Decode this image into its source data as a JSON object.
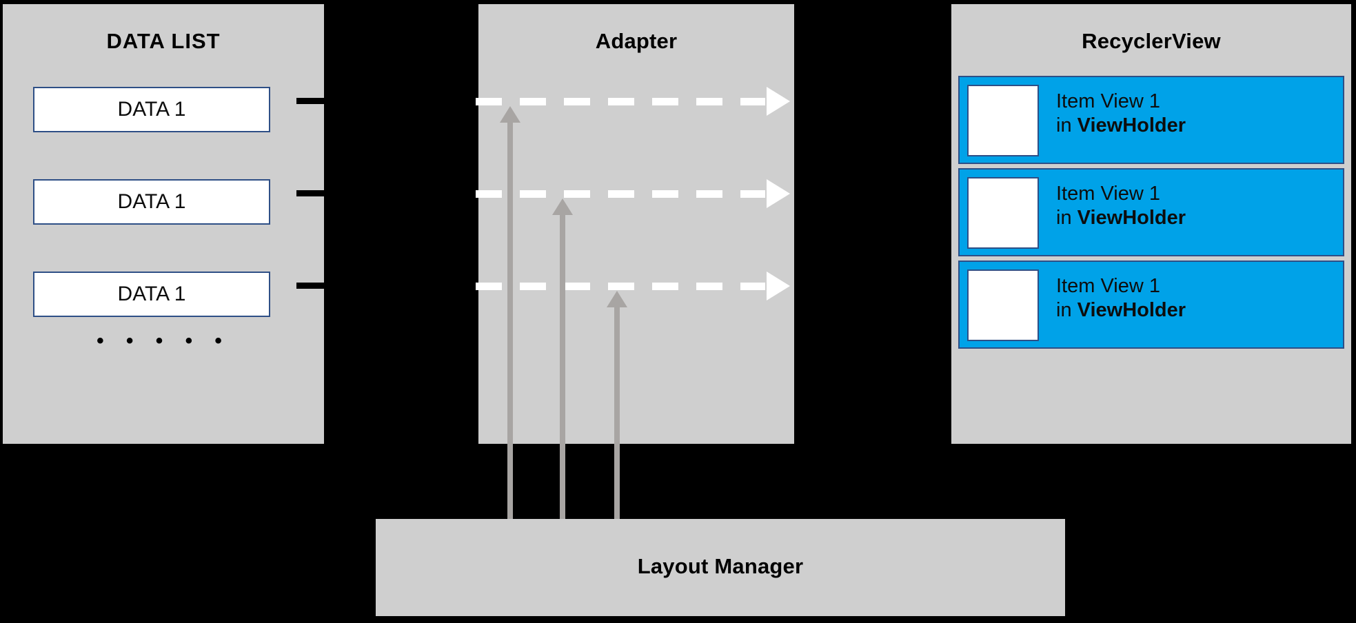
{
  "diagram": {
    "title": "RecyclerView architecture diagram",
    "background_color": "#000000",
    "panel_color": "#cfcfcf",
    "accent_color": "#00a2e8",
    "box_border_color": "#2e4f86",
    "arrow_grey": "#a8a5a3",
    "dashed_arrow_color": "#ffffff",
    "connector_color": "#000000"
  },
  "data_list": {
    "title": "DATA LIST",
    "items": [
      {
        "label": "DATA 1"
      },
      {
        "label": "DATA 1"
      },
      {
        "label": "DATA 1"
      }
    ],
    "ellipsis": "• • • • •"
  },
  "adapter": {
    "title": "Adapter",
    "flows": [
      {
        "name": "bind-row-1"
      },
      {
        "name": "bind-row-2"
      },
      {
        "name": "bind-row-3"
      }
    ]
  },
  "recycler_view": {
    "title": "RecyclerView",
    "items": [
      {
        "line1": "Item View 1",
        "line2_prefix": "in ",
        "line2_bold": "ViewHolder"
      },
      {
        "line1": "Item View 1",
        "line2_prefix": "in ",
        "line2_bold": "ViewHolder"
      },
      {
        "line1": "Item View 1",
        "line2_prefix": "in ",
        "line2_bold": "ViewHolder"
      }
    ]
  },
  "layout_manager": {
    "title": "Layout Manager",
    "arrows": [
      {
        "name": "layout-arrow-1"
      },
      {
        "name": "layout-arrow-2"
      },
      {
        "name": "layout-arrow-3"
      }
    ]
  }
}
